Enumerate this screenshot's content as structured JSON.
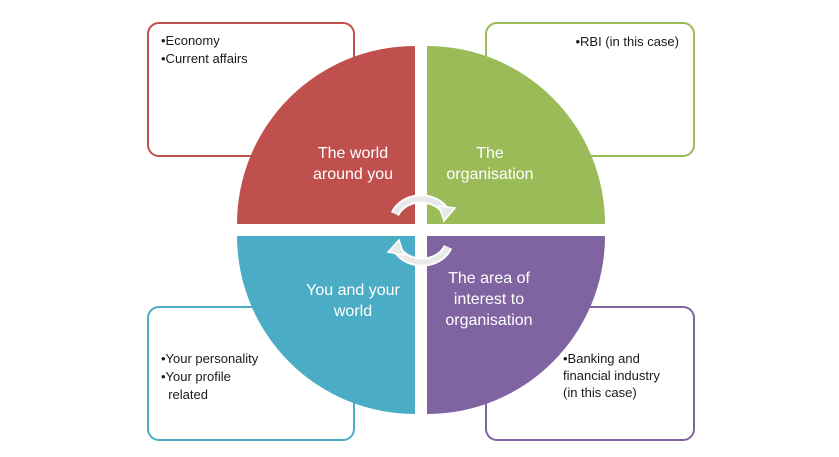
{
  "colors": {
    "red": "#c0504d",
    "green": "#9bbb59",
    "blue": "#4bacc6",
    "purple": "#8064a2"
  },
  "quadrants": {
    "top_left": "The world\naround you",
    "top_right": "The\norganisation",
    "bottom_left": "You and your\nworld",
    "bottom_right": "The area of\ninterest to\norganisation"
  },
  "boxes": {
    "top_left": [
      "•Economy",
      "•Current affairs"
    ],
    "top_right": [
      "•RBI (in this case)"
    ],
    "bottom_left": [
      "•Your personality",
      "•Your profile",
      "  related"
    ],
    "bottom_right": [
      "•Banking and",
      "financial industry",
      "(in this case)"
    ]
  },
  "icons": {
    "center": "circular-arrows-icon"
  }
}
